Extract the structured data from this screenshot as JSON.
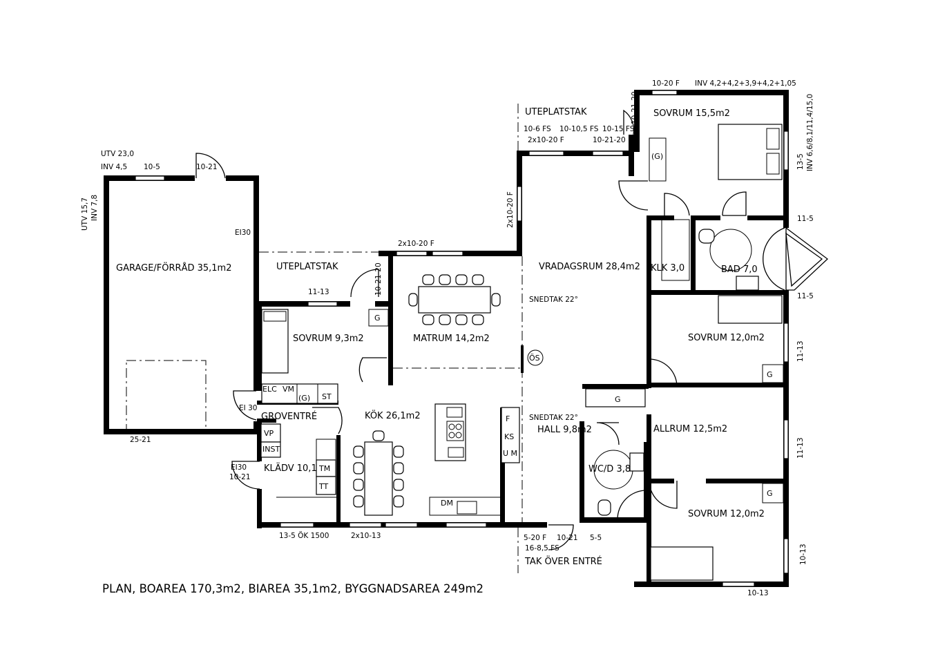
{
  "caption": "PLAN, BOAREA 170,3m2, BIAREA 35,1m2, BYGGNADSAREA 249m2",
  "rooms": {
    "garage": "GARAGE/FÖRRÅD 35,1m2",
    "uteplatstak_left": "UTEPLATSTAK",
    "uteplatstak_top": "UTEPLATSTAK",
    "sovrum_93": "SOVRUM 9,3m2",
    "matrum": "MATRUM 14,2m2",
    "vardagsrum": "VRADAGSRUM 28,4m2",
    "klk": "KLK 3,0",
    "bad": "BAD 7,0",
    "sovrum_155": "SOVRUM 15,5m2",
    "sovrum_120a": "SOVRUM 12,0m2",
    "allrum": "ALLRUM 12,5m2",
    "sovrum_120b": "SOVRUM 12,0m2",
    "kok": "KÖK 26,1m2",
    "hall": "HALL 9,8m2",
    "wcd": "WC/D 3,8",
    "groventre": "GROVENTRÉ",
    "kladv": "KLÄDV 10,1",
    "tak_entre": "TAK ÖVER ENTRÉ"
  },
  "labels": {
    "utv_230": "UTV 23,0",
    "inv_45": "INV 4,5",
    "w_10_5": "10-5",
    "w_10_21_gar": "10-21",
    "utv_157": "UTV 15,7",
    "inv_78": "INV 7,8",
    "ei30_a": "EI30",
    "ei30_b": "EI 30",
    "ei30_c": "EI30",
    "w_10_21_c": "10-21",
    "w_25_21": "25-21",
    "w_11_13": "11-13",
    "w_10_21_20": "10-21-20",
    "w_2x10_20f_a": "2x10-20 F",
    "w_2x10_20f_b": "2x10-20 F",
    "w_2x10_20f_c": "2x10-20 F",
    "w_10_6fs": "10-6 FS",
    "w_10_105fs": "10-10,5 FS",
    "w_10_15fs": "10-15 FS",
    "w_10_21_20b": "10-21-20",
    "w_10_21_20c": "10-21-20",
    "w_10_20f": "10-20 F",
    "inv_top": "INV 4,2+4,2+3,9+4,2+1,05",
    "w_13_5": "13-5",
    "inv_right": "INV 6,6/8,1/11,4/15,0",
    "w_11_5a": "11-5",
    "w_11_5b": "11-5",
    "w_11_13_a": "11-13",
    "w_11_13_b": "11-13",
    "w_10_13_r": "10-13",
    "w_10_13_b": "10-13",
    "w_13_5ok": "13-5 ÖK 1500",
    "w_2x10_13": "2x10-13",
    "w_5_20f": "5-20 F",
    "w_16_85fs": "16-8,5 FS",
    "w_10_21_e": "10-21",
    "w_5_5": "5-5",
    "snedtak_a": "SNEDTAK 22°",
    "snedtak_b": "SNEDTAK 22°",
    "os": "ÖS",
    "g_kladsk": "(G)",
    "g_bed": "(G)",
    "elc": "ELC",
    "vm": "VM",
    "st": "ST",
    "vp": "VP",
    "inst": "INST",
    "tm": "TM",
    "tt": "TT",
    "f": "F",
    "ks": "KS",
    "um": "U M",
    "dm": "DM",
    "g1": "G",
    "g2": "G",
    "g3": "G",
    "g4": "G"
  }
}
